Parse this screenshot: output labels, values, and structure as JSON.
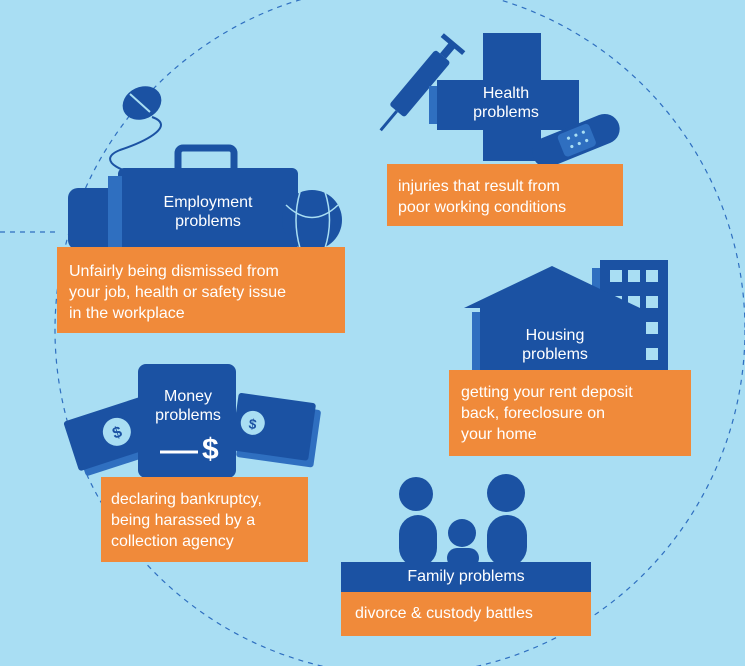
{
  "colors": {
    "background": "#a9def3",
    "icon_dark": "#1b52a3",
    "icon_mid": "#2f6fc0",
    "box": "#f08a3a",
    "text": "#ffffff"
  },
  "categories": [
    {
      "id": "employment",
      "title": "Employment\nproblems",
      "description": "Unfairly being dismissed from\nyour job, health or safety issue\nin the workplace",
      "icon": "briefcase-icon"
    },
    {
      "id": "health",
      "title": "Health\nproblems",
      "description": "injuries that result from\npoor working conditions",
      "icon": "medical-cross-icon"
    },
    {
      "id": "housing",
      "title": "Housing\nproblems",
      "description": "getting your rent deposit\nback, foreclosure on\nyour home",
      "icon": "house-icon"
    },
    {
      "id": "money",
      "title": "Money\nproblems",
      "description": "declaring bankruptcy,\nbeing harassed by a\ncollection agency",
      "icon": "money-icon",
      "amount_symbol": "$"
    },
    {
      "id": "family",
      "title": "Family problems",
      "description": "divorce & custody battles",
      "icon": "family-icon"
    }
  ]
}
